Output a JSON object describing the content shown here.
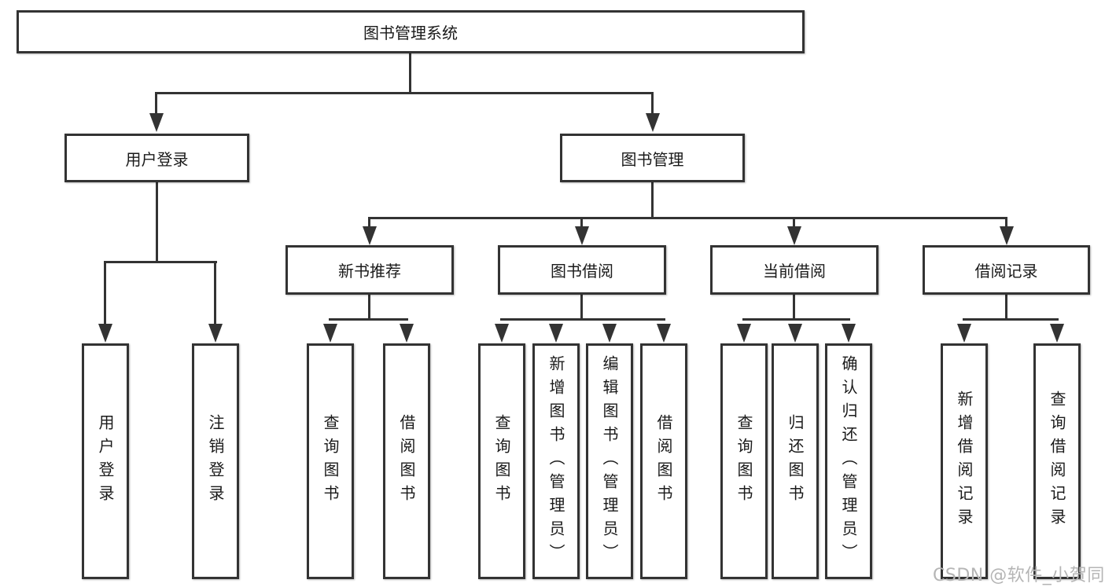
{
  "colors": {
    "line": "#333333",
    "text": "#1a1a1a",
    "background": "#ffffff",
    "watermark": "#b5b5b5"
  },
  "watermark": {
    "text": "CSDN @软件_小贺同学"
  },
  "diagram_type": "hierarchy-tree",
  "tree": {
    "label": "图书管理系统",
    "children": [
      {
        "label": "用户登录",
        "children": [
          {
            "label": "用户登录"
          },
          {
            "label": "注销登录"
          }
        ]
      },
      {
        "label": "图书管理",
        "children": [
          {
            "label": "新书推荐",
            "children": [
              {
                "label": "查询图书"
              },
              {
                "label": "借阅图书"
              }
            ]
          },
          {
            "label": "图书借阅",
            "children": [
              {
                "label": "查询图书"
              },
              {
                "label": "新增图书（管理员）"
              },
              {
                "label": "编辑图书（管理员）"
              },
              {
                "label": "借阅图书"
              }
            ]
          },
          {
            "label": "当前借阅",
            "children": [
              {
                "label": "查询图书"
              },
              {
                "label": "归还图书"
              },
              {
                "label": "确认归还（管理员）"
              }
            ]
          },
          {
            "label": "借阅记录",
            "children": [
              {
                "label": "新增借阅记录"
              },
              {
                "label": "查询借阅记录"
              }
            ]
          }
        ]
      }
    ]
  }
}
